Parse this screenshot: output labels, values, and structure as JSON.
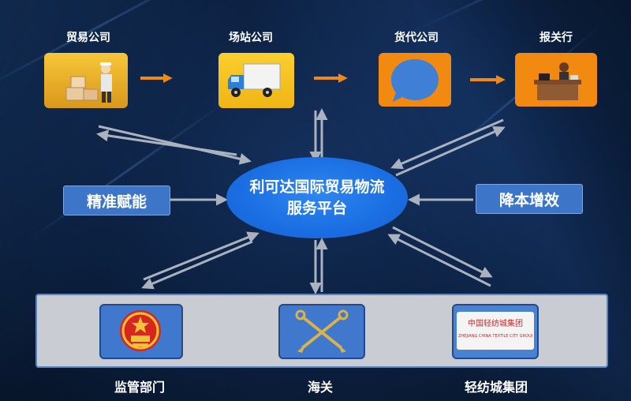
{
  "top_nodes": [
    {
      "label": "贸易公司",
      "icon": "worker-boxes-icon",
      "color": "#f2b01e"
    },
    {
      "label": "场站公司",
      "icon": "truck-icon",
      "color": "#f2b01e"
    },
    {
      "label": "货代公司",
      "icon": "chat-bubble-icon",
      "color": "#f28a12"
    },
    {
      "label": "报关行",
      "icon": "office-desk-icon",
      "color": "#f28a12"
    }
  ],
  "hub": {
    "line1": "利可达国际贸易物流",
    "line2": "服务平台",
    "color": "#1a6ee2"
  },
  "side_labels": {
    "left": "精准赋能",
    "right": "降本增效"
  },
  "bottom_nodes": [
    {
      "label": "监管部门",
      "icon": "national-emblem-icon"
    },
    {
      "label": "海关",
      "icon": "customs-emblem-icon"
    },
    {
      "label": "轻纺城集团",
      "icon": "group-logo-icon",
      "logo_text": "中国轻纺城集团",
      "logo_subtext": "ZHEJIANG CHINA TEXTILE CITY GROUP"
    }
  ]
}
